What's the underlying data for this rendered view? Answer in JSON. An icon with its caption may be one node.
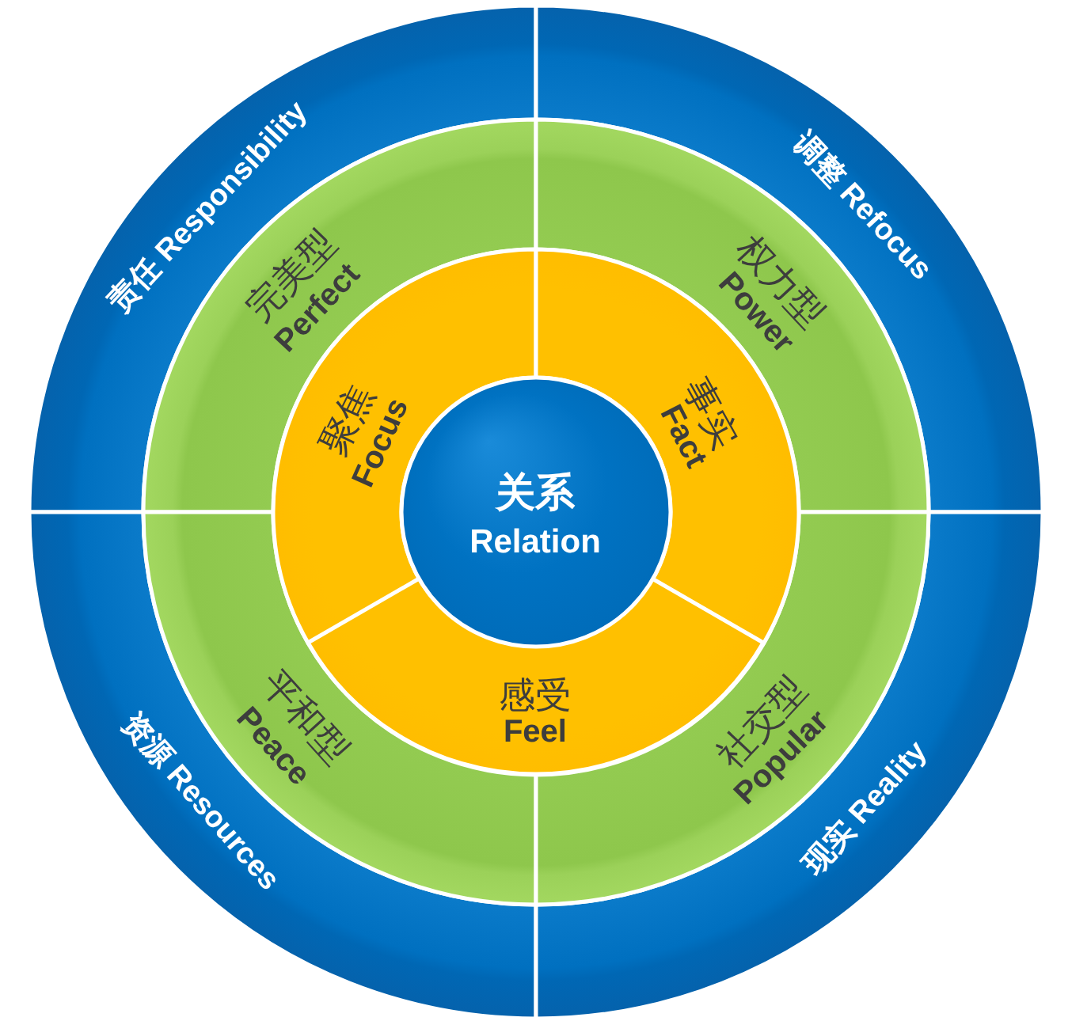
{
  "diagram": {
    "nodes": [
      {
        "text": [
          "责任 Responsibility"
        ]
      },
      {
        "text": [
          "调整 Refocus"
        ]
      },
      {
        "text": [
          "资源 Resources"
        ]
      },
      {
        "text": [
          "现实 Reality"
        ]
      },
      {
        "text": [
          "完美型",
          "Perfect"
        ]
      },
      {
        "text": [
          "权力型",
          "Power"
        ]
      },
      {
        "text": [
          "平和型",
          "Peace"
        ]
      },
      {
        "text": [
          "社交型",
          "Popular"
        ]
      },
      {
        "text": [
          "聚焦",
          "Focus"
        ]
      },
      {
        "text": [
          "事实",
          "Fact"
        ]
      },
      {
        "text": [
          "感受",
          "Feel"
        ]
      },
      {
        "text": [
          "关系",
          "Relation"
        ]
      }
    ]
  }
}
